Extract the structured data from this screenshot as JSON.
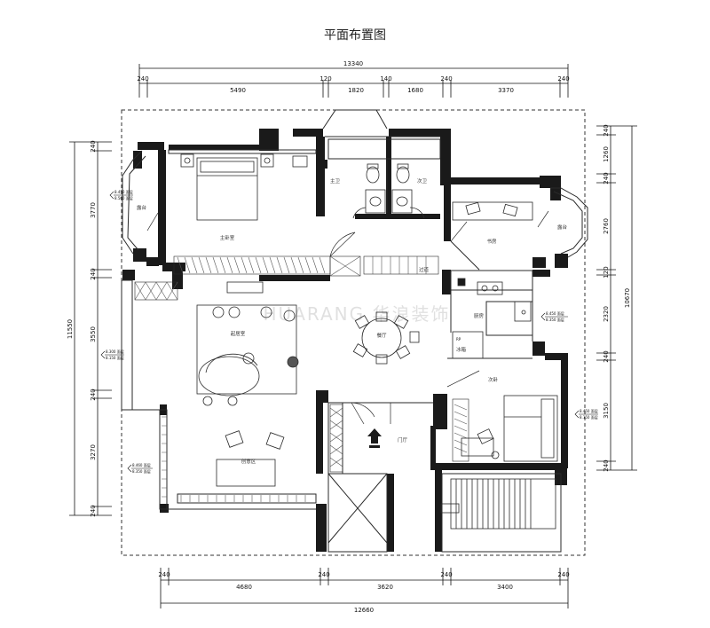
{
  "title": "平面布置图",
  "watermark": "HUARANG 华浪装饰",
  "dims": {
    "top_total": "13340",
    "top": [
      "240",
      "5490",
      "120",
      "1820",
      "140",
      "1680",
      "240",
      "3370",
      "240"
    ],
    "bottom_total": "12660",
    "bottom": [
      "240",
      "4680",
      "240",
      "3620",
      "240",
      "3400",
      "240"
    ],
    "left_total": "11550",
    "left": [
      "240",
      "3770",
      "240",
      "3550",
      "240",
      "3270",
      "240"
    ],
    "right_total": "10670",
    "right": [
      "240",
      "1260",
      "240",
      "2760",
      "120",
      "2320",
      "240",
      "3150",
      "240"
    ]
  },
  "rooms": {
    "balcony_left": "露台",
    "master_bedroom": "主卧室",
    "master_bath": "主卫",
    "guest_bath": "次卫",
    "study": "书房",
    "balcony_right": "露台",
    "corridor": "过道",
    "living": "起居室",
    "kitchen": "厨房",
    "dining": "餐厅",
    "fridge": "冰箱",
    "fridge_sub": "RP",
    "second_bedroom": "次卧",
    "entrance": "门厅",
    "creative": "创意区"
  },
  "tags": {
    "t1": [
      "8.450 面层",
      "8.560 面层"
    ],
    "t2": [
      "8.300 面层",
      "8.150 面层"
    ],
    "t3": [
      "8.450 面层",
      "8.350 面层"
    ],
    "t4": [
      "8.450 面层",
      "8.150 面层"
    ],
    "t5": [
      "8.460 面层",
      "8.350 面层"
    ]
  },
  "colors": {
    "wall": "#1a1a1a",
    "line": "#2a2a2a",
    "hatch": "#555555"
  }
}
